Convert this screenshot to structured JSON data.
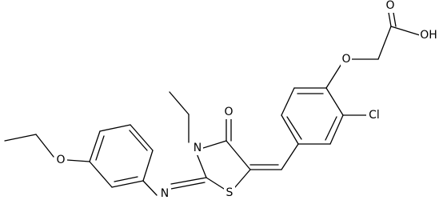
{
  "atoms": {
    "oh": "OH",
    "o_carbonyl_acid": "O",
    "o_ether_acid": "O",
    "cl": "Cl",
    "o_ketone": "O",
    "n_ring": "N",
    "s_ring": "S",
    "n_imine": "N",
    "o_ethoxy": "O"
  }
}
